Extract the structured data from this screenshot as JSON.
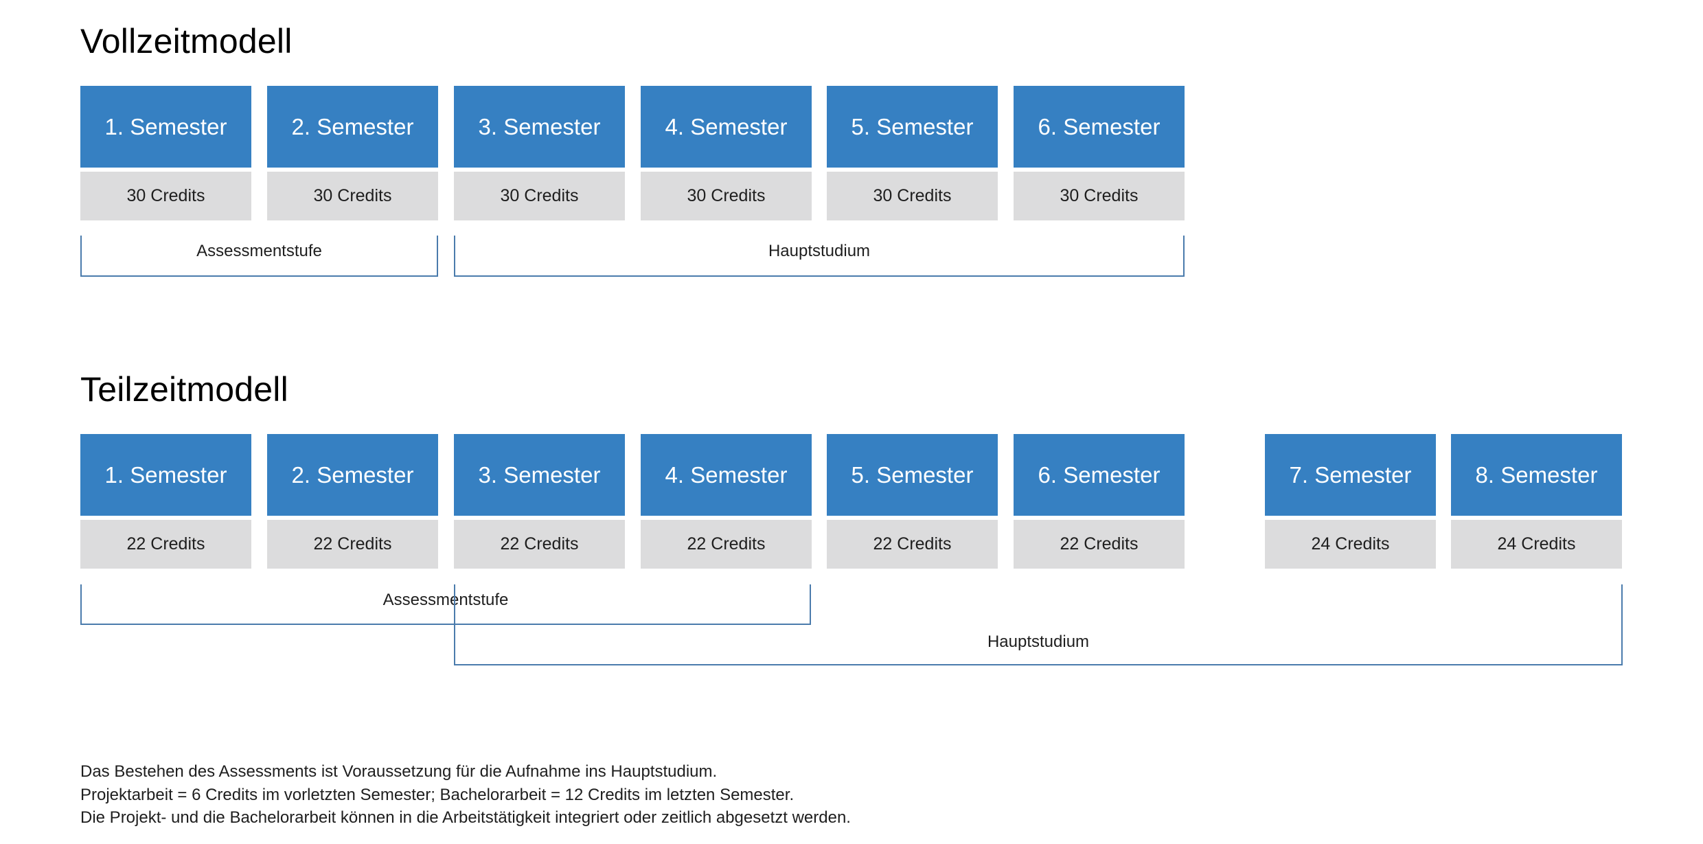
{
  "vollzeit": {
    "title": "Vollzeitmodell",
    "semesters": [
      {
        "label": "1. Semester",
        "credits": "30 Credits"
      },
      {
        "label": "2. Semester",
        "credits": "30 Credits"
      },
      {
        "label": "3. Semester",
        "credits": "30 Credits"
      },
      {
        "label": "4. Semester",
        "credits": "30 Credits"
      },
      {
        "label": "5. Semester",
        "credits": "30 Credits"
      },
      {
        "label": "6. Semester",
        "credits": "30 Credits"
      }
    ],
    "assessment_label": "Assessmentstufe",
    "haupt_label": "Hauptstudium"
  },
  "teilzeit": {
    "title": "Teilzeitmodell",
    "semesters": [
      {
        "label": "1. Semester",
        "credits": "22 Credits"
      },
      {
        "label": "2. Semester",
        "credits": "22 Credits"
      },
      {
        "label": "3. Semester",
        "credits": "22 Credits"
      },
      {
        "label": "4. Semester",
        "credits": "22 Credits"
      },
      {
        "label": "5. Semester",
        "credits": "22 Credits"
      },
      {
        "label": "6. Semester",
        "credits": "22 Credits"
      },
      {
        "label": "7. Semester",
        "credits": "24 Credits"
      },
      {
        "label": "8. Semester",
        "credits": "24 Credits"
      }
    ],
    "assessment_label": "Assessmentstufe",
    "haupt_label": "Hauptstudium"
  },
  "notes": [
    "Das Bestehen des Assessments ist Voraussetzung für die Aufnahme ins Hauptstudium.",
    "Projektarbeit = 6 Credits im vorletzten Semester; Bachelorarbeit = 12 Credits im letzten Semester.",
    "Die Projekt- und die Bachelorarbeit können in die Arbeitstätigkeit integriert oder zeitlich abgesetzt werden."
  ],
  "colors": {
    "semester_blue": "#3680c2",
    "credits_grey": "#dcdcdd",
    "bracket_line": "#4a7bac"
  }
}
